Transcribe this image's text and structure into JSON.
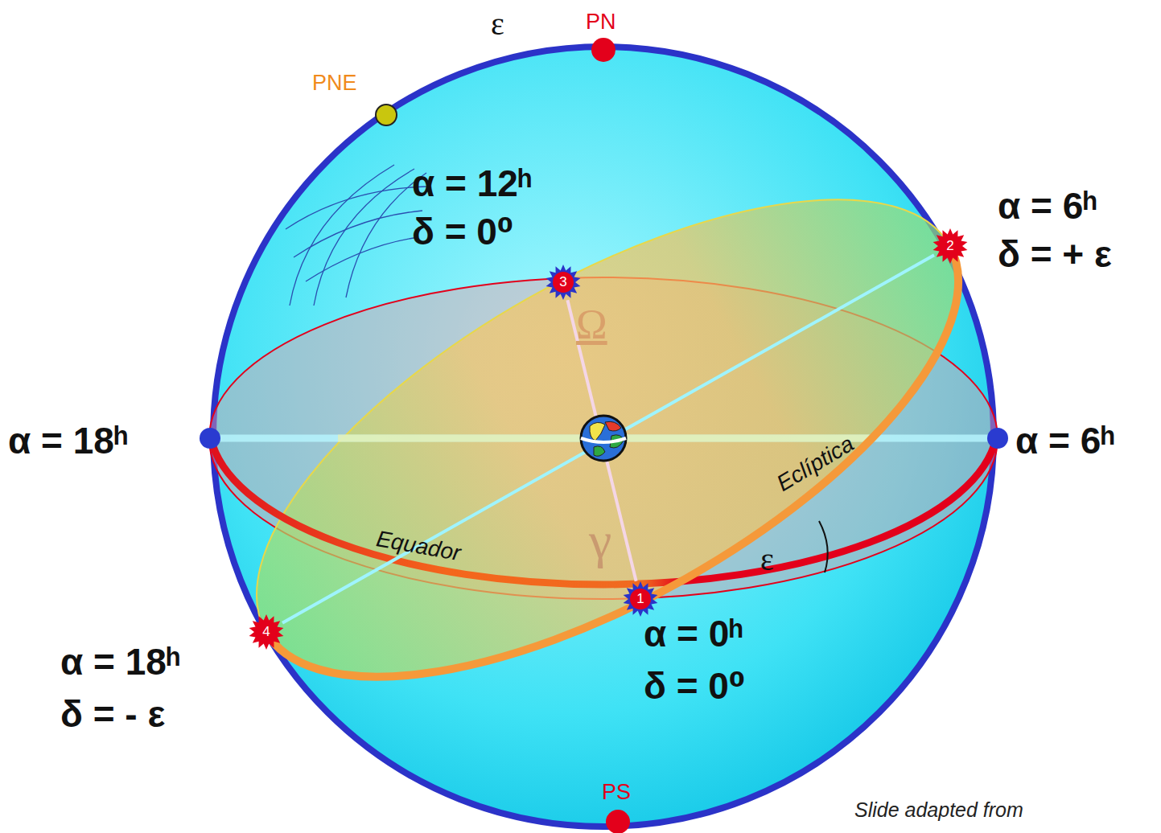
{
  "diagram": {
    "nodes": [
      {
        "text": [
          "2"
        ]
      },
      {
        "text": [
          "3"
        ]
      },
      {
        "text": [
          "1"
        ]
      },
      {
        "text": [
          "4"
        ]
      }
    ],
    "edges": [
      {
        "from": 0,
        "to": 3,
        "arrow": "none"
      },
      {
        "from": 2,
        "to": 1,
        "arrow": "none"
      }
    ],
    "labels": [
      "ε",
      "PN",
      "PNE",
      "α = 12ʰ",
      "δ = 0⁰",
      "α = 6ʰ",
      "δ = + ε",
      "Ω",
      "α = 18ʰ",
      "α = 6ʰ",
      "Eclíptica",
      "Equador",
      "γ",
      "ε",
      "α = 0ʰ",
      "δ = 0⁰",
      "α = 18ʰ",
      "δ = - ε",
      "PS",
      "Slide adapted from"
    ]
  }
}
